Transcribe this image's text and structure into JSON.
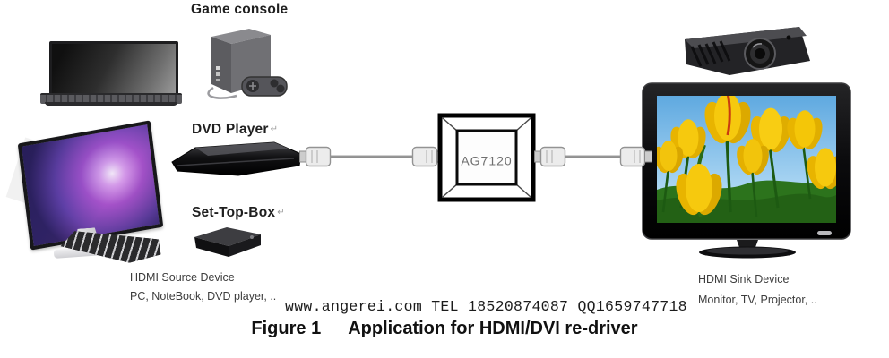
{
  "labels": {
    "game_console": "Game console",
    "dvd_player": "DVD Player",
    "set_top_box": "Set-Top-Box",
    "paragraph_mark": "↵"
  },
  "chip": {
    "name": "AG7120"
  },
  "source_caption": {
    "line1": "HDMI Source Device",
    "line2": "PC, NoteBook, DVD player, .."
  },
  "sink_caption": {
    "line1": "HDMI Sink Device",
    "line2": "Monitor, TV, Projector, .."
  },
  "watermark": "www.angerei.com TEL 18520874087 QQ1659747718",
  "figure": {
    "label": "Figure 1",
    "title": "Application for HDMI/DVI re-driver"
  },
  "colors": {
    "tulip_yellow": "#f2c40c",
    "sky_blue": "#74b5e6",
    "grass_green": "#2c731c",
    "chip_text_gray": "#6f6f6f",
    "cable_gray": "#8f8f8f"
  }
}
